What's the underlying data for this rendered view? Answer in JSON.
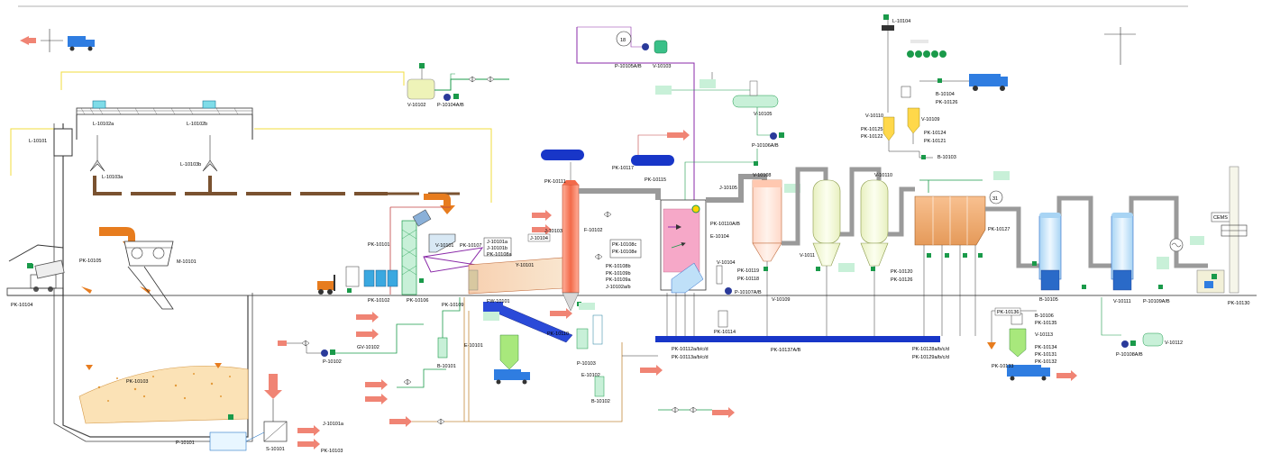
{
  "left_labels": {
    "pk10104": "PK-10104",
    "pk10105": "PK-10105",
    "l10101": "L-10101",
    "l10102a": "L-10102a",
    "l10102b": "L-10102b",
    "l10103a": "L-10103a",
    "l10103b": "L-10103b",
    "m10101": "M-10101",
    "pk10103": "PK-10103"
  },
  "feed_labels": {
    "v10102": "V-10102",
    "p10104": "P-10104A/B",
    "pk10101": "PK-10101",
    "pk10102": "PK-10102",
    "pk10106": "PK-10106",
    "v10101": "V-10101",
    "pk10107": "PK-10107",
    "j10101a": "J-10101a",
    "j10101b": "J-10101b",
    "pk10108a": "PK-10108a",
    "y10101": "Y-10101",
    "pk10109": "PK-10109",
    "p10102": "P-10102",
    "gv10102": "GV-10102",
    "e10101": "E-10101",
    "b10101": "B-10101",
    "p10101": "P-10101",
    "s10101": "S-10101",
    "j10101a_bottom": "J-10101a",
    "pk10103_bottom": "PK-10103"
  },
  "kiln_labels": {
    "pk10111": "PK-10111",
    "j10103": "J-10103",
    "j10104": "J-10104",
    "f10102": "F-10102",
    "pk10108c": "PK-10108c",
    "pk10108e": "PK-10108e",
    "pk10108b": "PK-10108b",
    "pk10109b": "PK-10109b",
    "pk10109a": "PK-10109a",
    "j10102ab": "J-10102a/b",
    "fw10101": "FW-10101",
    "pk10110": "PK-10110",
    "p10103": "P-10103",
    "e10102": "E-10102",
    "b10102": "B-10102",
    "pk10117": "PK-10117",
    "pk10115": "PK-10115",
    "p10105": "P-10105A/B",
    "v10103": "V-10103",
    "circle18": "18"
  },
  "center_labels": {
    "v10105": "V-10105",
    "p10106": "P-10106A/B",
    "j10105": "J-10105",
    "pk10110ab": "PK-10110A/B",
    "e10104": "E-10104",
    "v10104": "V-10104",
    "p10107": "P-10107A/B",
    "pk10114": "PK-10114",
    "v10108": "V-10108",
    "pk10119": "PK-10119",
    "pk10118": "PK-10118",
    "v10109": "V-10109",
    "v10111a": "V-1011",
    "v10110": "V-10110",
    "pk10120": "PK-10120",
    "pk10126": "PK-10126",
    "pk10112": "PK-10112a/b/c/d",
    "pk10113": "PK-10113a/b/c/d",
    "pk10137": "PK-10137A/B",
    "pk10128": "PK-10128a/b/c/d",
    "pk10129": "PK-10129a/b/c/d"
  },
  "right_labels": {
    "l10104": "L-10104",
    "v10110_top": "V-10110",
    "v10109_top": "V-10109",
    "pk10125": "PK-10125",
    "pk10122": "PK-10122",
    "pk10124": "PK-10124",
    "pk10121": "PK-10121",
    "b10104": "B-10104",
    "pk10126_top": "PK-10126",
    "b10103": "B-10103",
    "pk10127": "PK-10127",
    "circle31": "31",
    "b10105": "B-10105",
    "v10111": "V-10111",
    "p10109": "P-10109A/B",
    "p10108": "P-10108A/B",
    "v10112": "V-10112",
    "pk10130": "PK-10130",
    "cems": "CEMS",
    "pk10136": "PK-10136",
    "b10106": "B-10106",
    "pk10135": "PK-10135",
    "v10113": "V-10113",
    "pk10134": "PK-10134",
    "pk10131": "PK-10131",
    "pk10132": "PK-10132",
    "pk10133": "PK-10133"
  },
  "colors": {
    "green": "#1a9a4a",
    "gray": "#9a9a9a",
    "orange": "#e77c1e",
    "blue": "#1836c8",
    "purple": "#8a2aa8",
    "salmon": "#f08474",
    "tan": "#c48a3c",
    "brown": "#7a5230",
    "yellow": "#f2dc3c",
    "mint": "#c8f0d8"
  }
}
